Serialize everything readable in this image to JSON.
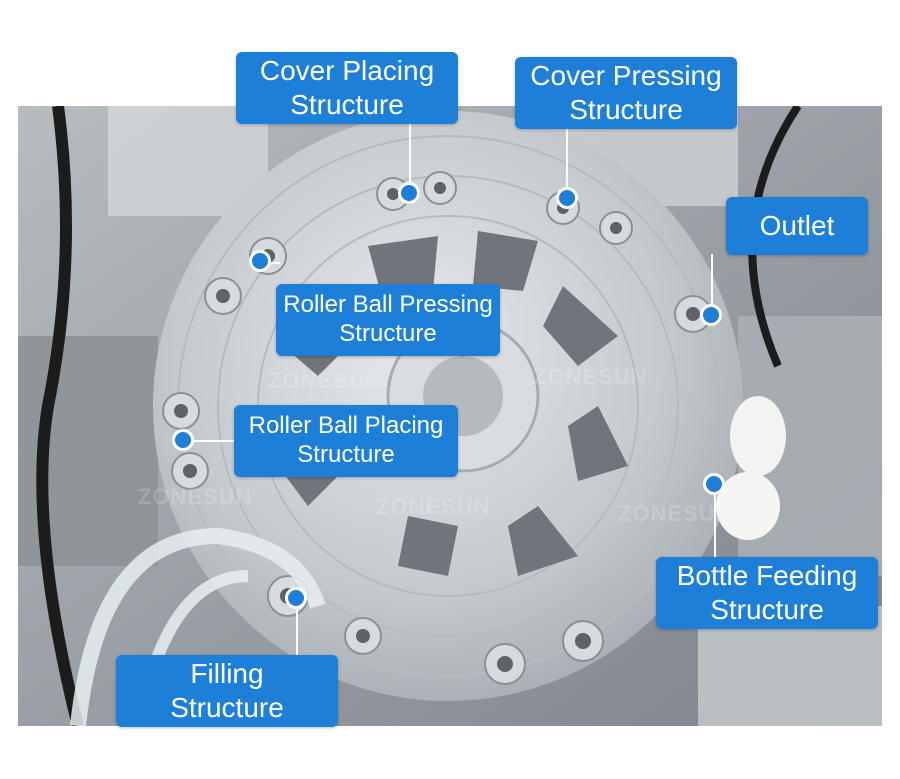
{
  "labels": {
    "cover_placing": "Cover Placing\nStructure",
    "cover_pressing": "Cover Pressing\nStructure",
    "outlet": "Outlet",
    "roller_ball_pressing": "Roller Ball Pressing\nStructure",
    "roller_ball_placing": "Roller Ball Placing\nStructure",
    "bottle_feeding": "Bottle Feeding\nStructure",
    "filling": "Filling\nStructure"
  },
  "watermark": "ZONESUN",
  "colors": {
    "label_bg": "#1e7fd8",
    "label_text": "#ffffff",
    "turntable": "#c9ced3"
  }
}
